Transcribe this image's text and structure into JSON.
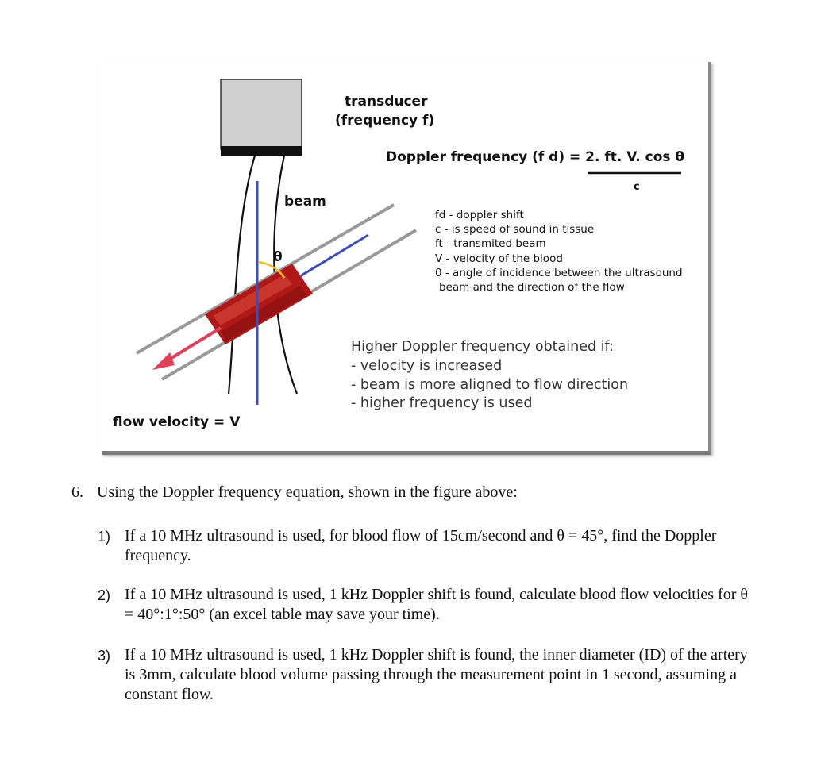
{
  "figure": {
    "transducer_label_1": "transducer",
    "transducer_label_2": "(frequency f)",
    "equation": "Doppler frequency (f d) = 2. ft. V. cos θ",
    "equation_denominator": "c",
    "beam_label": "beam",
    "theta_label": "θ",
    "flow_label": "flow velocity = V",
    "legend": [
      "fd - doppler shift",
      "c - is speed of sound in tissue",
      "ft - transmited beam",
      "V - velocity of the blood",
      "0 - angle of incidence between the ultrasound",
      "beam and the direction of the flow"
    ],
    "higher": [
      "Higher Doppler frequency obtained if:",
      "- velocity is increased",
      "- beam is more aligned to flow direction",
      "- higher frequency is used"
    ],
    "colors": {
      "vessel": "#b01818",
      "beam_line": "#3a4fb8",
      "arrow": "#e0405a",
      "transducer": "#cfcfcf"
    }
  },
  "question": {
    "number": "6.",
    "text": "Using the Doppler frequency equation, shown in the figure above:",
    "items": [
      {
        "num": "1)",
        "text": "If a 10 MHz ultrasound is used, for blood flow of 15cm/second and θ = 45°, find the Doppler frequency."
      },
      {
        "num": "2)",
        "text": "If a 10 MHz ultrasound is used, 1 kHz Doppler shift is found, calculate blood flow velocities for θ = 40°:1°:50° (an excel table may save your time)."
      },
      {
        "num": "3)",
        "text": "If a 10 MHz ultrasound is used, 1 kHz Doppler shift is found, the inner diameter (ID) of the artery is 3mm, calculate blood volume passing through the measurement point in 1 second, assuming a constant flow."
      }
    ]
  }
}
